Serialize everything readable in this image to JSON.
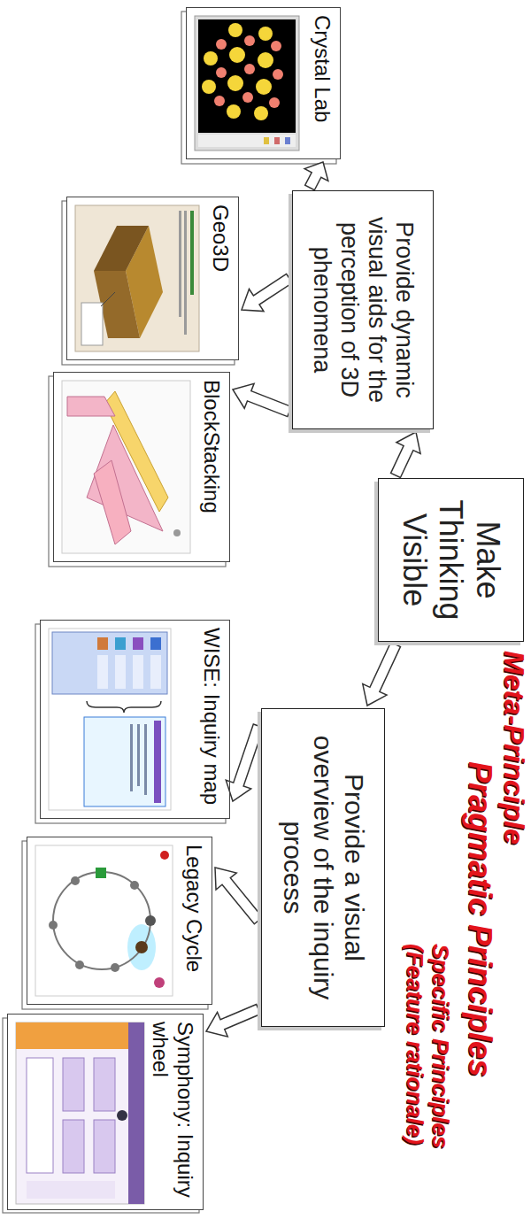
{
  "diagram": {
    "nodes": [
      {
        "text": [
          "Make Thinking Visible"
        ]
      },
      {
        "text": [
          "Provide dynamic visual aids for the perception of 3D phenomena"
        ]
      },
      {
        "text": [
          "Crystal Lab"
        ]
      },
      {
        "text": [
          "Geo3D"
        ]
      },
      {
        "text": [
          "BlockStacking"
        ]
      },
      {
        "text": [
          "Provide a visual overview of the inquiry process"
        ]
      },
      {
        "text": [
          "WISE: Inquiry map"
        ]
      },
      {
        "text": [
          "Legacy Cycle"
        ]
      },
      {
        "text": [
          "Symphony: Inquiry wheel"
        ]
      }
    ],
    "edges": [
      {
        "from": 0,
        "to": 1,
        "arrow": "to"
      },
      {
        "from": 0,
        "to": 5,
        "arrow": "to"
      },
      {
        "from": 1,
        "to": 2,
        "arrow": "to"
      },
      {
        "from": 1,
        "to": 3,
        "arrow": "to"
      },
      {
        "from": 1,
        "to": 4,
        "arrow": "to"
      },
      {
        "from": 5,
        "to": 6,
        "arrow": "to"
      },
      {
        "from": 5,
        "to": 7,
        "arrow": "to"
      },
      {
        "from": 5,
        "to": 8,
        "arrow": "to"
      }
    ],
    "labels": [
      "Meta-Principle",
      "Pragmatic Principles",
      "Specific Principles (Feature rationale)"
    ]
  }
}
